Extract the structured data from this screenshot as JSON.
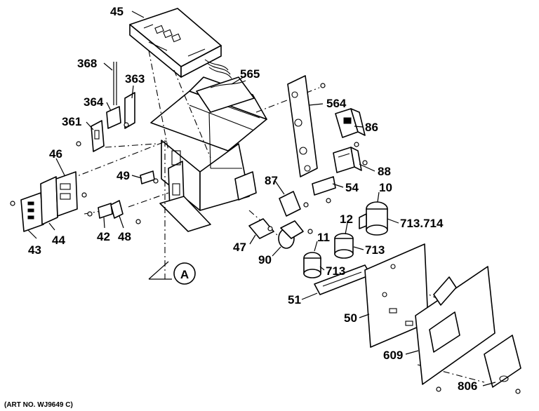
{
  "diagram": {
    "art_number": "(ART NO. WJ9649 C)",
    "callout": "A",
    "labels": {
      "p45": "45",
      "p368": "368",
      "p363": "363",
      "p565": "565",
      "p364": "364",
      "p564": "564",
      "p361": "361",
      "p86": "86",
      "p46": "46",
      "p88": "88",
      "p49": "49",
      "p87": "87",
      "p54": "54",
      "p10": "10",
      "p713_714": "713.714",
      "p12": "12",
      "p11": "11",
      "p713a": "713",
      "p713b": "713",
      "p43": "43",
      "p44": "44",
      "p42": "42",
      "p48": "48",
      "p47": "47",
      "p90": "90",
      "p51": "51",
      "p50": "50",
      "p609": "609",
      "p806": "806"
    }
  }
}
